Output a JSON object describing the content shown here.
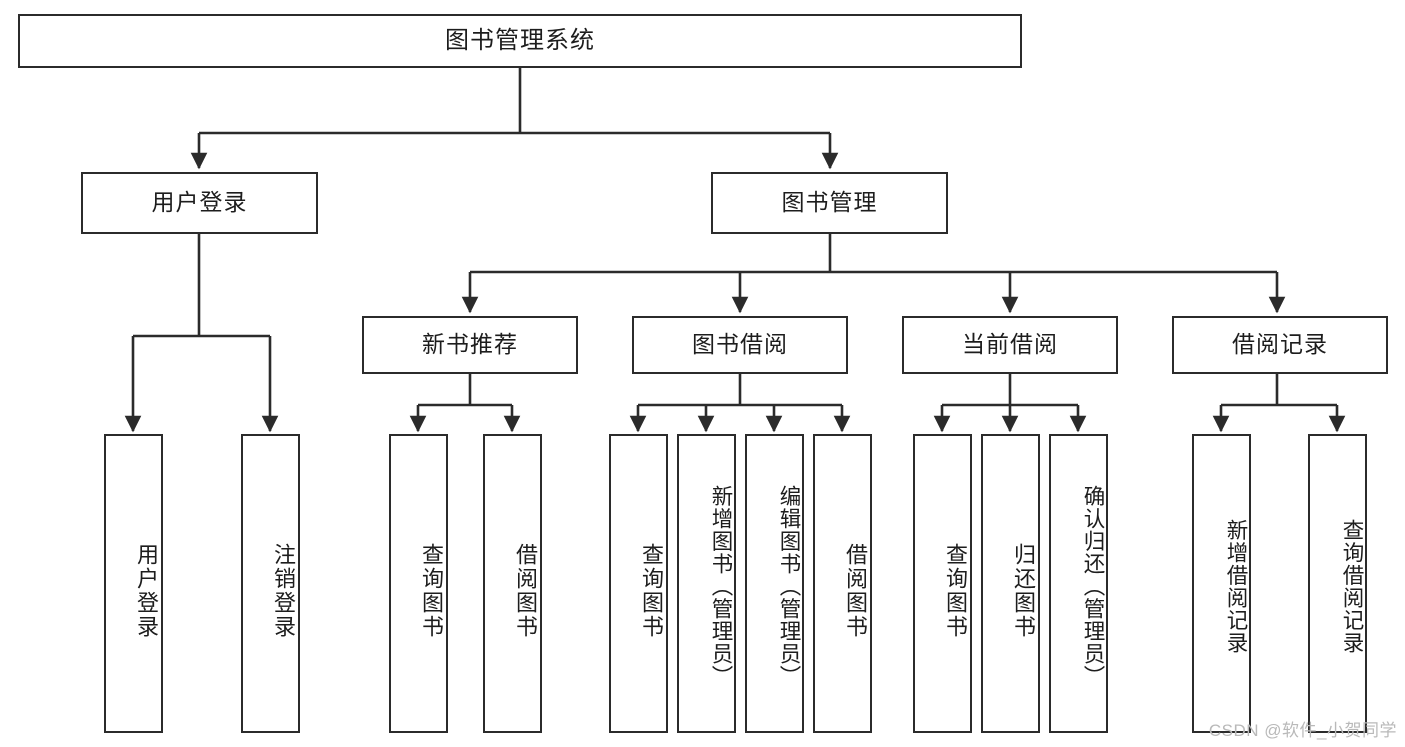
{
  "diagram": {
    "title": "图书管理系统",
    "type": "tree-hierarchy-diagram",
    "theme": {
      "stroke": "#2b2b2b",
      "fill": "#ffffff",
      "text": "#1d1d1d",
      "watermark_color": "#b9b9b9"
    },
    "watermark": "CSDN @软件_小贺同学",
    "levels": {
      "root": {
        "label": "图书管理系统"
      },
      "level2": [
        {
          "label": "用户登录"
        },
        {
          "label": "图书管理"
        }
      ],
      "level3": [
        {
          "label": "新书推荐"
        },
        {
          "label": "图书借阅"
        },
        {
          "label": "当前借阅"
        },
        {
          "label": "借阅记录"
        }
      ],
      "leaves": {
        "user_login": [
          {
            "label": "用户登录"
          },
          {
            "label": "注销登录"
          }
        ],
        "new_book_recommend": [
          {
            "label": "查询图书"
          },
          {
            "label": "借阅图书"
          }
        ],
        "book_borrow": [
          {
            "label": "查询图书"
          },
          {
            "label": "新增图书（管理员）"
          },
          {
            "label": "编辑图书（管理员）"
          },
          {
            "label": "借阅图书"
          }
        ],
        "current_borrow": [
          {
            "label": "查询图书"
          },
          {
            "label": "归还图书"
          },
          {
            "label": "确认归还（管理员）"
          }
        ],
        "borrow_record": [
          {
            "label": "新增借阅记录"
          },
          {
            "label": "查询借阅记录"
          }
        ]
      }
    }
  }
}
